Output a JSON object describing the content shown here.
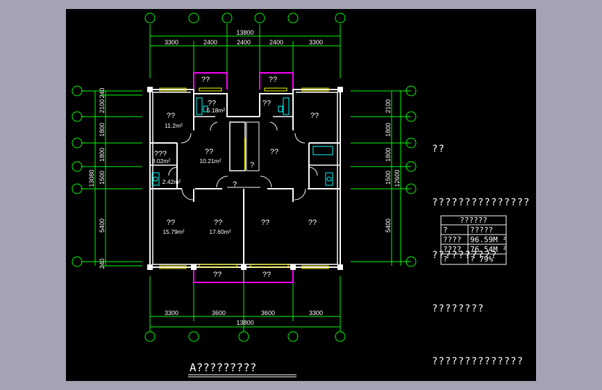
{
  "drawing": {
    "colors": {
      "background": "#000000",
      "frame": "#a3a3b4",
      "walls": "#ffffff",
      "dims": "#00ff00",
      "balcony": "#ff00ff",
      "windows": "#ffff00",
      "fixtures": "#00ffff"
    },
    "top_dims": {
      "total": "13800",
      "segments": [
        "3300",
        "2400",
        "2400",
        "2400",
        "3300"
      ]
    },
    "bottom_dims": {
      "total": "13800",
      "segments": [
        "3300",
        "3600",
        "3600",
        "3300"
      ]
    },
    "left_dims": {
      "total": "13080",
      "segments": [
        "240",
        "2100",
        "1800",
        "1800",
        "1500",
        "5400",
        "240"
      ]
    },
    "right_dims": {
      "total": "12600",
      "segments": [
        "2100",
        "1800",
        "1800",
        "1500",
        "5400"
      ]
    },
    "rooms": {
      "balcony_top_left": "??",
      "balcony_top_right": "??",
      "kitchen_left": "??",
      "kitchen_left_area": "5.18m²",
      "kitchen_right": "??",
      "bedroom_tl": "??",
      "bedroom_tl_area": "11.2m²",
      "bedroom_tr": "??",
      "dining_left": "??",
      "dining_left_area": "10.21m²",
      "dining_right": "??",
      "storage": "???",
      "storage_area": "3.02m²",
      "bath_area": "2.42m²",
      "stair": "?",
      "stair_landing": "?",
      "bedroom_bl": "??",
      "bedroom_bl_area": "15.79m²",
      "living_left": "??",
      "living_left_area": "17.60m²",
      "living_right": "??",
      "bedroom_br": "??",
      "balcony_bottom_left": "??",
      "balcony_bottom_right": "??"
    },
    "notes": [
      "??",
      "???????????????",
      "??????????",
      "????????",
      "??????????????"
    ],
    "table": {
      "title": "??????",
      "rows": [
        [
          "?",
          "?????"
        ],
        [
          "????",
          "96.59M ²"
        ],
        [
          "????",
          "76.54M ²"
        ],
        [
          "?",
          "? 79%"
        ]
      ]
    },
    "plan_title": "A?????????"
  }
}
